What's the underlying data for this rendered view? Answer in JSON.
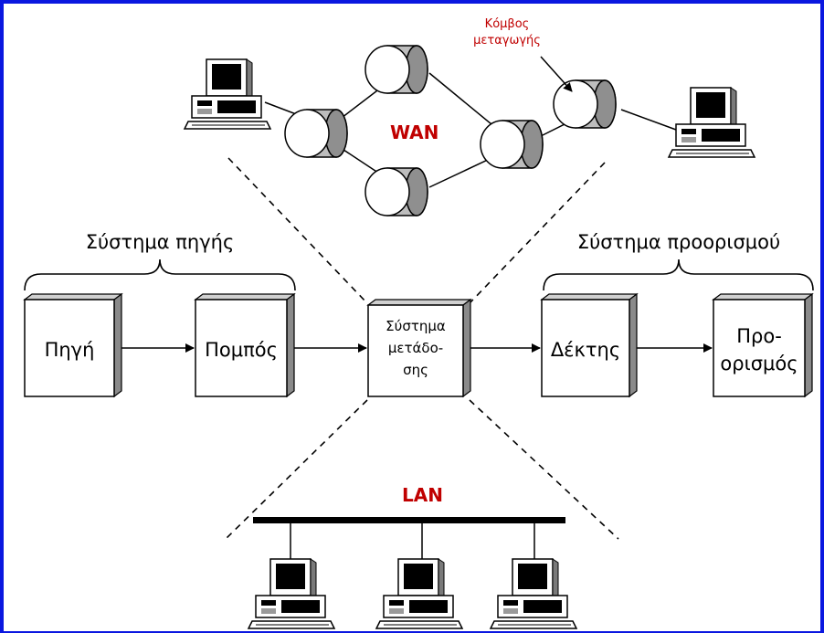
{
  "colors": {
    "frame": "#0a17e0",
    "accent_red": "#c00000",
    "box_front": "#ffffff",
    "box_side": "#8a8a8a",
    "box_top": "#d0d0d0"
  },
  "wan": {
    "label": "WAN",
    "switch_node_label_line1": "Κόμβος",
    "switch_node_label_line2": "μεταγωγής"
  },
  "lan": {
    "label": "LAN"
  },
  "groups": {
    "source_system": "Σύστημα πηγής",
    "destination_system": "Σύστημα προορισμού"
  },
  "blocks": {
    "source": "Πηγή",
    "transmitter": "Πομπός",
    "transmission_line1": "Σύστημα",
    "transmission_line2": "μετάδο-",
    "transmission_line3": "σης",
    "receiver": "Δέκτης",
    "destination_line1": "Προ-",
    "destination_line2": "ορισμός"
  },
  "icons": {
    "computer": "desktop-computer-icon",
    "node": "cylinder-node-icon"
  }
}
